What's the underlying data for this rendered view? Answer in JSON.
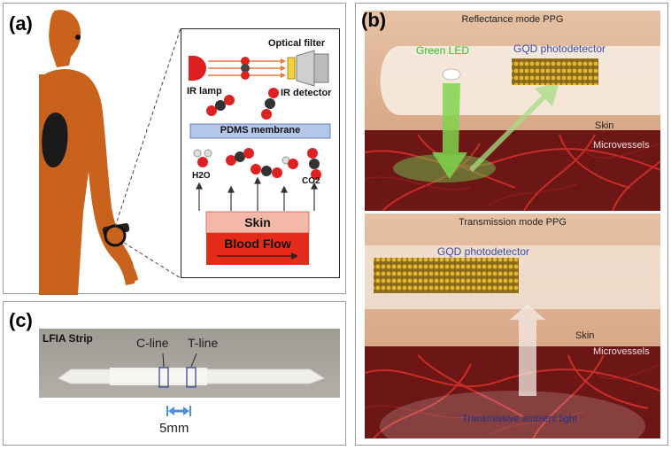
{
  "panels": {
    "a": {
      "label": "(a)",
      "optical_filter": "Optical filter",
      "ir_lamp": "IR lamp",
      "ir_detector": "IR detector",
      "membrane": "PDMS membrane",
      "h2o": "H2O",
      "co2": "CO2",
      "skin": "Skin",
      "blood_flow": "Blood Flow"
    },
    "b": {
      "label": "(b)",
      "top": {
        "title": "Reflectance mode PPG",
        "led": "Green LED",
        "detector": "GQD photodetector",
        "skin": "Skin",
        "vessels": "Microvessels"
      },
      "bottom": {
        "title": "Transmission mode PPG",
        "detector": "GQD photodetector",
        "skin": "Skin",
        "vessels": "Microvessels",
        "ambient": "Transmissive ambient light"
      }
    },
    "c": {
      "label": "(c)",
      "strip": "LFIA Strip",
      "c_line": "C-line",
      "t_line": "T-line",
      "scale": "5mm"
    }
  },
  "colors": {
    "body": "#c8621c",
    "lung": "#1a1a1a",
    "blood": "#e52a1a",
    "skin_band": "#f3b8a8",
    "membrane": "#b4c6ea",
    "led_green": "#2bc42b",
    "scale_blue": "#4a90d9"
  }
}
